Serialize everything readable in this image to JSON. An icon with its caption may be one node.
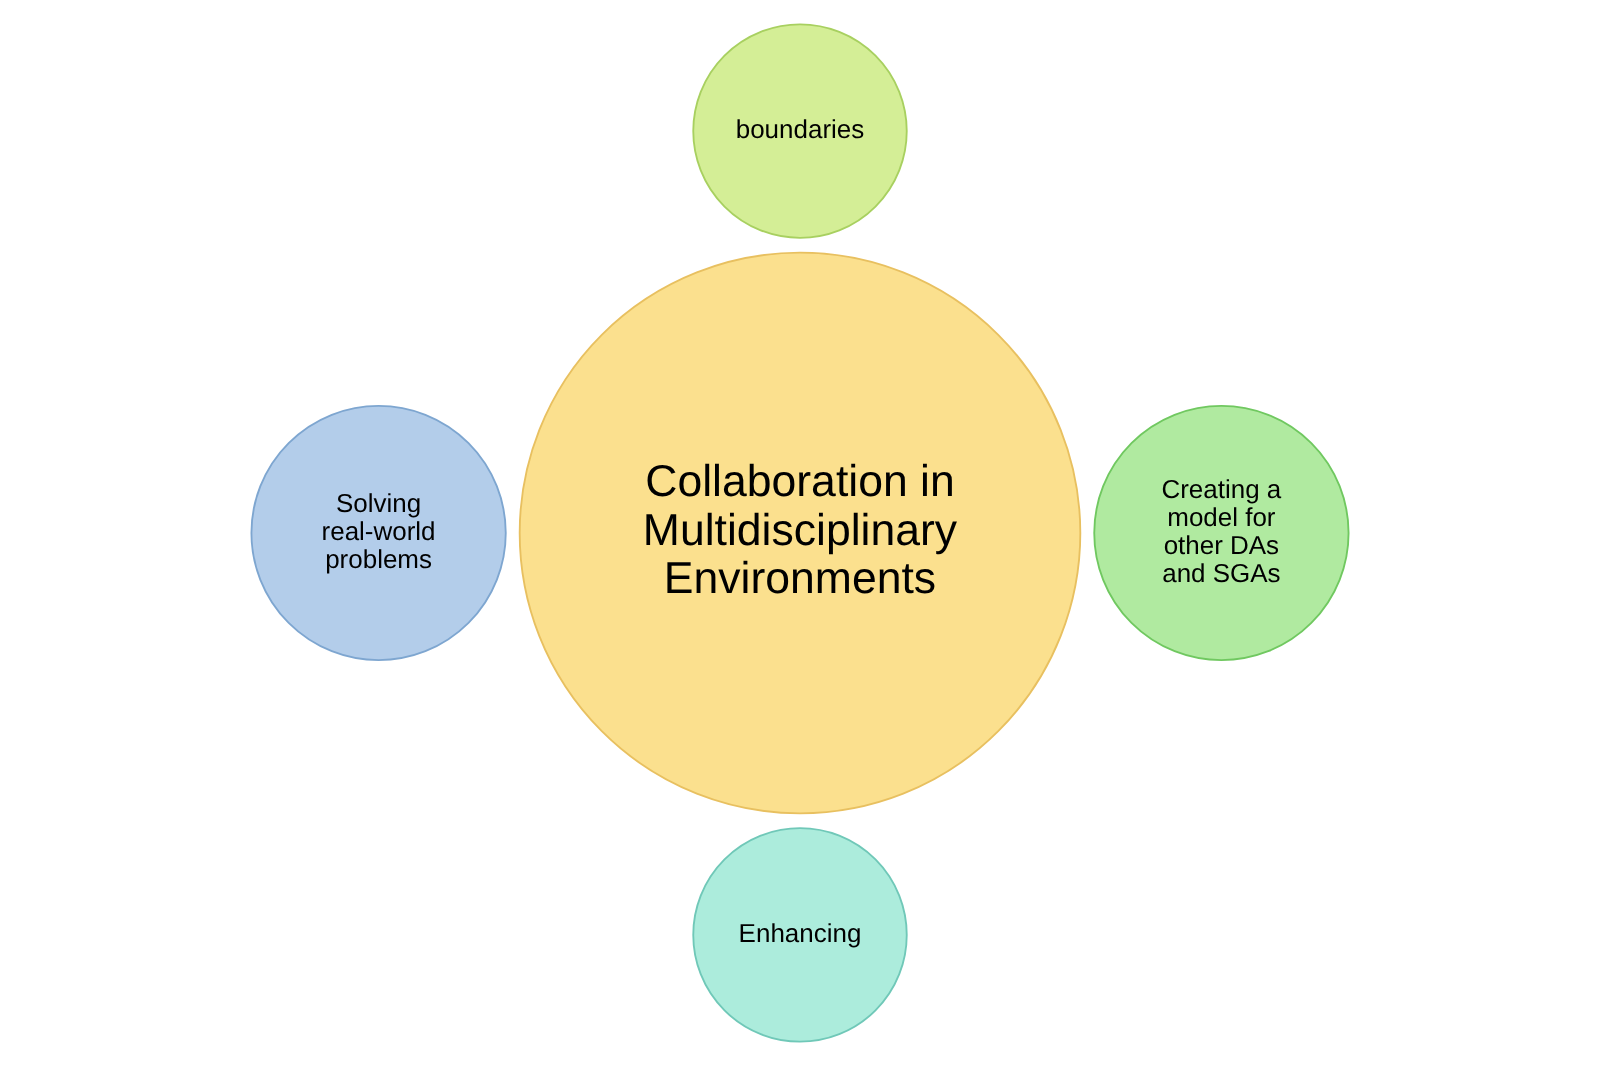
{
  "diagram": {
    "nodes": [
      {
        "text": [
          "boundaries"
        ]
      },
      {
        "text": [
          "Solving real-world problems"
        ]
      },
      {
        "text": [
          "Collaboration in Multidisciplinary Environments"
        ]
      },
      {
        "text": [
          "Creating a model for other DAs and SGAs"
        ]
      },
      {
        "text": [
          "Enhancing"
        ]
      }
    ]
  }
}
